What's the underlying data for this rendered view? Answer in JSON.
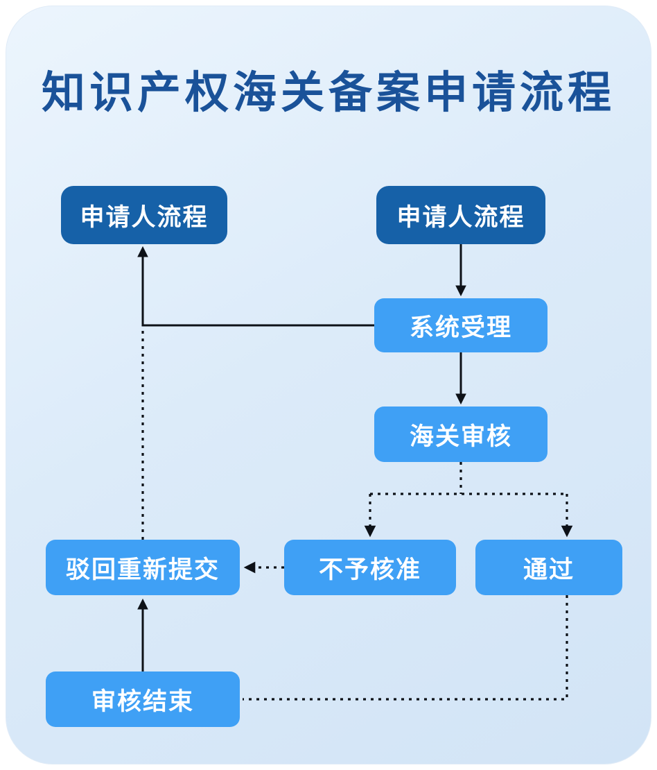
{
  "title": "知识产权海关备案申请流程",
  "nodes": {
    "applicant_left": "申请人流程",
    "applicant_right": "申请人流程",
    "system_accept": "系统受理",
    "customs_review": "海关审核",
    "not_approved": "不予核准",
    "approved": "通过",
    "reject_resubmit": "驳回重新提交",
    "review_end": "审核结束"
  },
  "edges": [
    {
      "from": "applicant_right",
      "to": "system_accept",
      "style": "solid"
    },
    {
      "from": "system_accept",
      "to": "applicant_left",
      "style": "solid"
    },
    {
      "from": "system_accept",
      "to": "customs_review",
      "style": "solid"
    },
    {
      "from": "customs_review",
      "to": "not_approved",
      "style": "dotted"
    },
    {
      "from": "customs_review",
      "to": "approved",
      "style": "dotted"
    },
    {
      "from": "not_approved",
      "to": "reject_resubmit",
      "style": "dotted"
    },
    {
      "from": "reject_resubmit",
      "to": "applicant_left",
      "style": "dotted"
    },
    {
      "from": "review_end",
      "to": "reject_resubmit",
      "style": "solid"
    },
    {
      "from": "approved",
      "to": "review_end",
      "style": "dotted"
    }
  ],
  "colors": {
    "title_color": "#1a5299",
    "dark_node": "#1661a8",
    "light_node": "#3fa0f5",
    "line_color": "#0d1117",
    "bg_start": "#ecf5fd",
    "bg_end": "#d2e4f6"
  }
}
